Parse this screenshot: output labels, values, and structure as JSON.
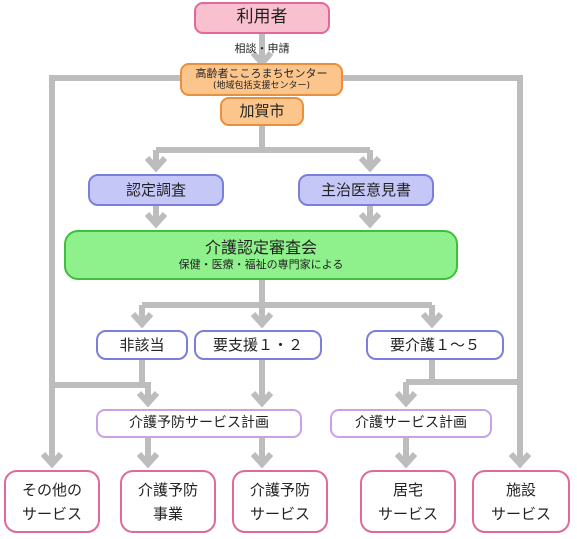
{
  "nodes": {
    "user": "利用者",
    "consult_label": "相談・申請",
    "center": "高齢者こころまちセンター",
    "center_sub": "(地域包括支援センター)",
    "city": "加賀市",
    "survey": "認定調査",
    "doctor": "主治医意見書",
    "committee": "介護認定審査会",
    "committee_sub": "保健・医療・福祉の専門家による",
    "not_applicable": "非該当",
    "support": "要支援１・２",
    "care": "要介護１～５",
    "prevention_plan": "介護予防サービス計画",
    "care_plan": "介護サービス計画"
  },
  "services": {
    "other_line1": "その他の",
    "other_line2": "サービス",
    "prev_project_line1": "介護予防",
    "prev_project_line2": "事業",
    "prev_service_line1": "介護予防",
    "prev_service_line2": "サービス",
    "home_line1": "居宅",
    "home_line2": "サービス",
    "facility_line1": "施設",
    "facility_line2": "サービス"
  },
  "colors": {
    "connector": "#bdbdbd"
  }
}
